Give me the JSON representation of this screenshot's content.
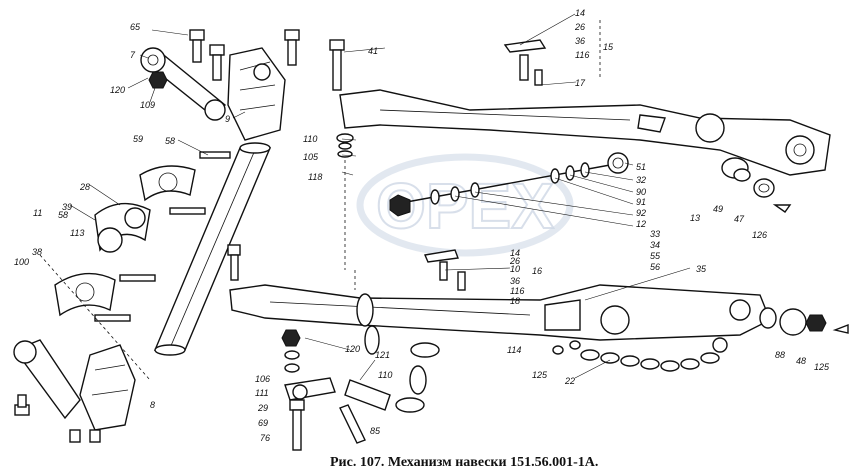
{
  "caption": "Рис. 107. Механизм навески 151.56.001-1А.",
  "watermark": "OPEX",
  "colors": {
    "ink": "#111111",
    "paper": "#ffffff",
    "watermark": "#cfd8e6"
  },
  "labels": {
    "l65": "65",
    "l7": "7",
    "l120a": "120",
    "l109": "109",
    "l9": "9",
    "l59": "59",
    "l58a": "58",
    "l28": "28",
    "l39": "39",
    "l11": "11",
    "l58b": "58",
    "l113": "113",
    "l38": "38",
    "l100": "100",
    "l8": "8",
    "l41": "41",
    "l14a": "14",
    "l26a": "26",
    "l36a": "36",
    "l116a": "116",
    "l15": "15",
    "l17": "17",
    "l110a": "110",
    "l105": "105",
    "l118": "118",
    "l51": "51",
    "l32": "32",
    "l90": "90",
    "l91": "91",
    "l92": "92",
    "l12": "12",
    "l13": "13",
    "l33": "33",
    "l34": "34",
    "l55": "55",
    "l56": "56",
    "l49": "49",
    "l47": "47",
    "l126": "126",
    "l14b": "14",
    "l26b": "26",
    "l10": "10",
    "l36b": "36",
    "l116b": "116",
    "l18": "18",
    "l35": "35",
    "l16": "16",
    "l120b": "120",
    "l106": "106",
    "l111": "111",
    "l29": "29",
    "l69": "69",
    "l76": "76",
    "l85": "85",
    "l121": "121",
    "l110b": "110",
    "l114": "114",
    "l125b": "125",
    "l22": "22",
    "l88": "88",
    "l48": "48",
    "l125": "125"
  }
}
